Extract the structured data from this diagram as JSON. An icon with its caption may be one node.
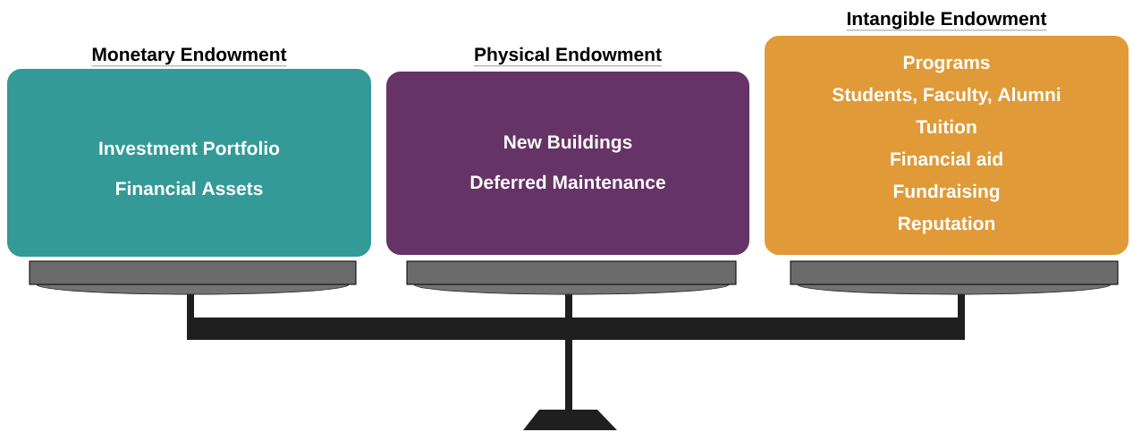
{
  "diagram": {
    "nodes": [
      {
        "text": [
          "Monetary Endowment",
          "Investment Portfolio",
          "Financial Assets"
        ]
      },
      {
        "text": [
          "Physical Endowment",
          "New Buildings",
          "Deferred Maintenance"
        ]
      },
      {
        "text": [
          "Intangible Endowment",
          "Programs",
          "Students, Faculty, Alumni",
          "Tuition",
          "Financial aid",
          "Fundraising",
          "Reputation"
        ]
      }
    ]
  }
}
